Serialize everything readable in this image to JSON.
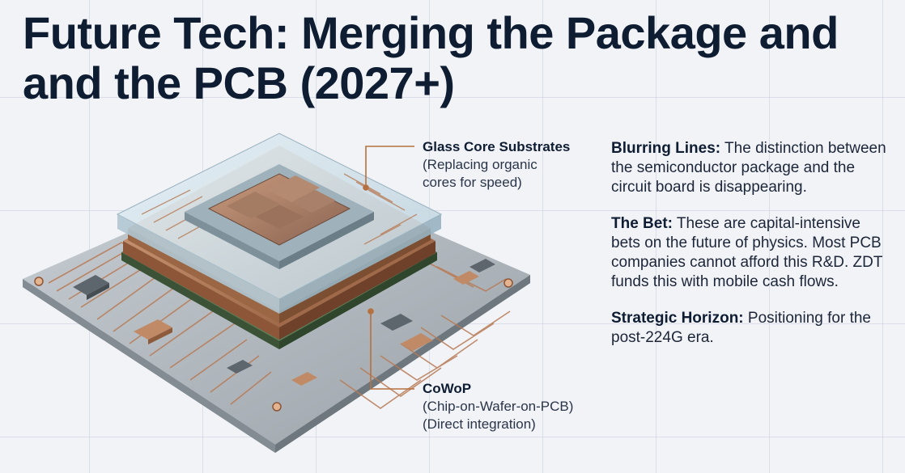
{
  "title": {
    "line1": "Future Tech: Merging the Package and",
    "line2": "and the PCB (2027+)"
  },
  "callouts": {
    "glass_core": {
      "title": "Glass Core Substrates",
      "line1": "(Replacing organic",
      "line2": "cores for speed)"
    },
    "cowop": {
      "title": "CoWoP",
      "line1": "(Chip-on-Wafer-on-PCB)",
      "line2": "(Direct integration)"
    }
  },
  "bullets": [
    {
      "label": "Blurring Lines:",
      "text": " The distinction between the semiconductor package and the circuit board is disappearing."
    },
    {
      "label": "The Bet:",
      "text": " These are capital-intensive bets on the future of physics. Most PCB companies cannot afford this R&D. ZDT funds this with mobile cash flows."
    },
    {
      "label": "Strategic Horizon:",
      "text": " Positioning for the post-224G era."
    }
  ],
  "colors": {
    "copper": "#b87a54",
    "callout_line": "#b5713f",
    "pcb": "#9aa3ab",
    "glass": "#cfe2ec",
    "text_dark": "#0f1d33"
  }
}
